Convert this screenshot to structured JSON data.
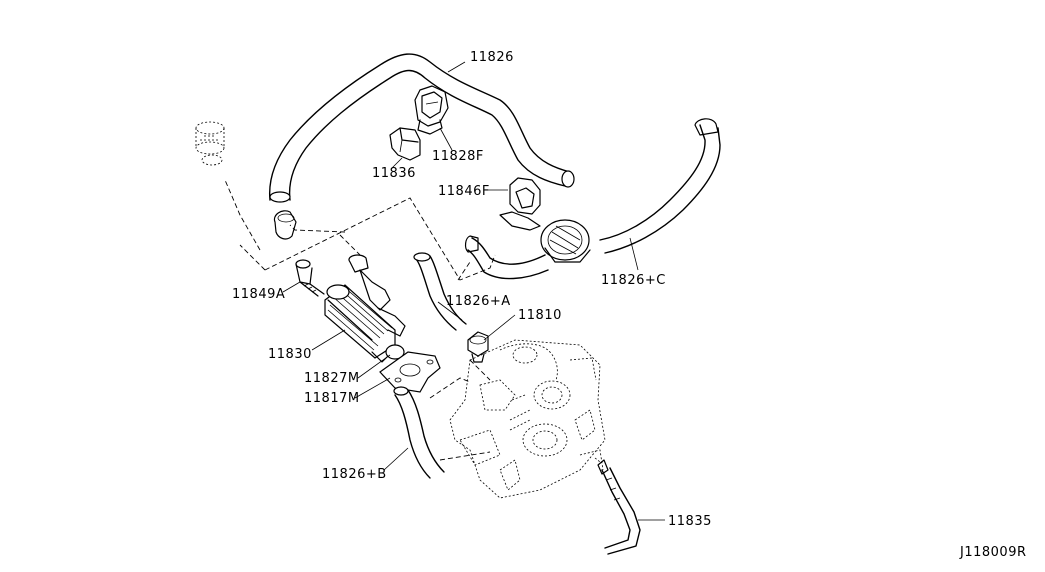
{
  "diagram_id": "J118009R",
  "parts": {
    "p11826": "11826",
    "p11828F": "11828F",
    "p11836": "11836",
    "p11846F": "11846F",
    "p11826C": "11826+C",
    "p11826A": "11826+A",
    "p11810": "11810",
    "p11849A": "11849A",
    "p11830": "11830",
    "p11827M": "11827M",
    "p11817M": "11817M",
    "p11826B": "11826+B",
    "p11835": "11835"
  }
}
